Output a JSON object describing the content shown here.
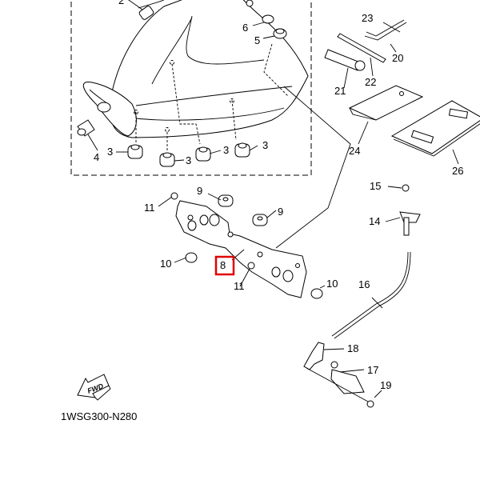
{
  "diagram": {
    "code": "1WSG300-N280",
    "fwd_label": "FWD",
    "highlight_color": "#e00000",
    "highlighted_part": "8",
    "callouts": [
      {
        "id": "2",
        "label": "2"
      },
      {
        "id": "6",
        "label": "6"
      },
      {
        "id": "5",
        "label": "5"
      },
      {
        "id": "4",
        "label": "4"
      },
      {
        "id": "3a",
        "label": "3"
      },
      {
        "id": "3b",
        "label": "3"
      },
      {
        "id": "3c",
        "label": "3"
      },
      {
        "id": "3d",
        "label": "3"
      },
      {
        "id": "23",
        "label": "23"
      },
      {
        "id": "20",
        "label": "20"
      },
      {
        "id": "21",
        "label": "21"
      },
      {
        "id": "22",
        "label": "22"
      },
      {
        "id": "24",
        "label": "24"
      },
      {
        "id": "26",
        "label": "26"
      },
      {
        "id": "9a",
        "label": "9"
      },
      {
        "id": "9b",
        "label": "9"
      },
      {
        "id": "11a",
        "label": "11"
      },
      {
        "id": "11b",
        "label": "11"
      },
      {
        "id": "10a",
        "label": "10"
      },
      {
        "id": "10b",
        "label": "10"
      },
      {
        "id": "8",
        "label": "8"
      },
      {
        "id": "15",
        "label": "15"
      },
      {
        "id": "14",
        "label": "14"
      },
      {
        "id": "16",
        "label": "16"
      },
      {
        "id": "18",
        "label": "18"
      },
      {
        "id": "17",
        "label": "17"
      },
      {
        "id": "19",
        "label": "19"
      }
    ]
  }
}
